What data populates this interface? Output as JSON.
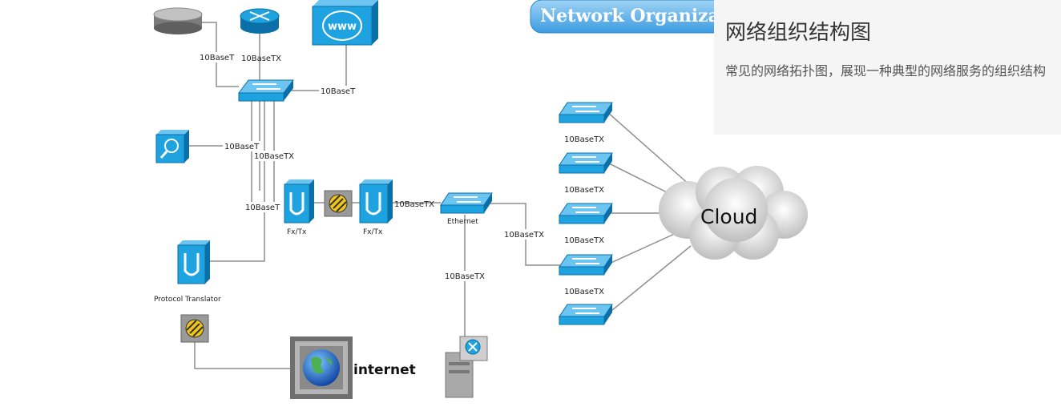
{
  "diagram": {
    "banner_title": "Network Organization Chart",
    "link_labels": {
      "db_link": "10BaseT",
      "router_link": "10BaseTX",
      "www_link": "10BaseT",
      "search_link": "10BaseT",
      "trunk_link": "10BaseTX",
      "translator_link": "10BaseT",
      "fxtx_ethernet_link": "10BaseTX",
      "ethernet_switch_link": "10BaseTX",
      "server_link": "10BaseTX",
      "switch1_label": "10BaseTX",
      "switch2_label": "10BaseTX",
      "switch3_label": "10BaseTX",
      "switch4_label": "10BaseTX"
    },
    "device_labels": {
      "fxtx_1": "Fx/Tx",
      "fxtx_2": "Fx/Tx",
      "ethernet": "Ethernet",
      "protocol_translator": "Protocol Translator",
      "internet": "internet",
      "cloud": "Cloud",
      "www": "www"
    }
  },
  "info": {
    "title": "网络组织结构图",
    "description": "常见的网络拓扑图，展现一种典型的网络服务的组织结构"
  },
  "colors": {
    "device_blue": "#1fa3e0",
    "device_dark": "#0b6fa8",
    "line_gray": "#8e8e8e",
    "banner_blue": "#5aaee4"
  }
}
